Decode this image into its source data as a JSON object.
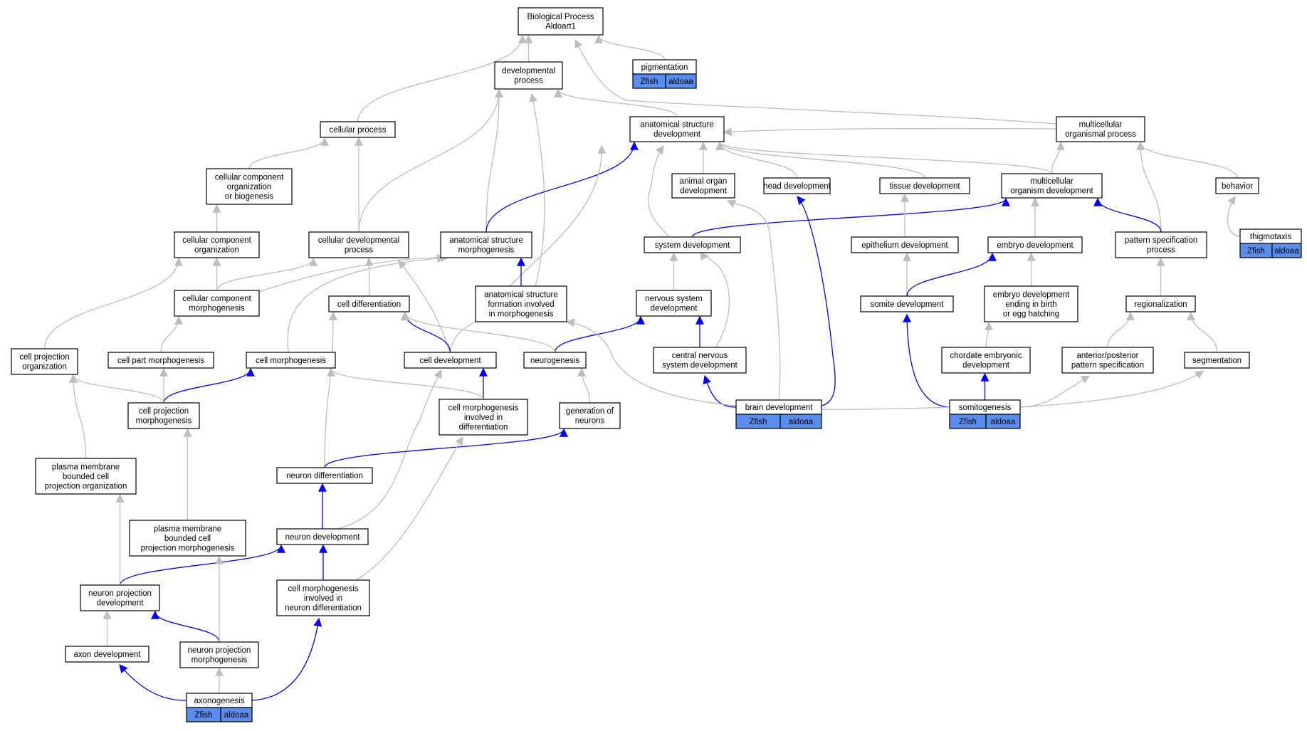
{
  "colors": {
    "gray_edge": "#bdbdbd",
    "blue_edge": "#0000ff",
    "annotation_fill": "#5b8dee"
  },
  "nodes": [
    {
      "id": "bp",
      "lines": [
        "Biological Process",
        "Aldoart1"
      ]
    },
    {
      "id": "dev_process",
      "lines": [
        "developmental",
        "process"
      ]
    },
    {
      "id": "pigmentation",
      "lines": [
        "pigmentation"
      ],
      "annotations": [
        "Zfish",
        "aldoaa"
      ]
    },
    {
      "id": "cellular_process",
      "lines": [
        "cellular process"
      ]
    },
    {
      "id": "asd",
      "lines": [
        "anatomical structure",
        "development"
      ]
    },
    {
      "id": "mop",
      "lines": [
        "multicellular",
        "organismal process"
      ]
    },
    {
      "id": "ccob",
      "lines": [
        "cellular component",
        "organization",
        "or biogenesis"
      ]
    },
    {
      "id": "aod",
      "lines": [
        "animal organ",
        "development"
      ]
    },
    {
      "id": "head_dev",
      "lines": [
        "head development"
      ]
    },
    {
      "id": "tissue_dev",
      "lines": [
        "tissue development"
      ]
    },
    {
      "id": "mod",
      "lines": [
        "multicellular",
        "organism development"
      ]
    },
    {
      "id": "behavior",
      "lines": [
        "behavior"
      ]
    },
    {
      "id": "thigmotaxis",
      "lines": [
        "thigmotaxis"
      ],
      "annotations": [
        "Zfish",
        "aldoaa"
      ]
    },
    {
      "id": "cco",
      "lines": [
        "cellular component",
        "organization"
      ]
    },
    {
      "id": "cdp",
      "lines": [
        "cellular developmental",
        "process"
      ]
    },
    {
      "id": "asm",
      "lines": [
        "anatomical structure",
        "morphogenesis"
      ]
    },
    {
      "id": "sys_dev",
      "lines": [
        "system development"
      ]
    },
    {
      "id": "epi_dev",
      "lines": [
        "epithelium development"
      ]
    },
    {
      "id": "emb_dev",
      "lines": [
        "embryo development"
      ]
    },
    {
      "id": "psp",
      "lines": [
        "pattern specification",
        "process"
      ]
    },
    {
      "id": "ccm",
      "lines": [
        "cellular component",
        "morphogenesis"
      ]
    },
    {
      "id": "cell_diff",
      "lines": [
        "cell differentiation"
      ]
    },
    {
      "id": "asfim",
      "lines": [
        "anatomical structure",
        "formation involved",
        "in morphogenesis"
      ]
    },
    {
      "id": "nsd",
      "lines": [
        "nervous system",
        "development"
      ]
    },
    {
      "id": "somite_dev",
      "lines": [
        "somite development"
      ]
    },
    {
      "id": "edebeh",
      "lines": [
        "embryo development",
        "ending in birth",
        "or egg hatching"
      ]
    },
    {
      "id": "regionalization",
      "lines": [
        "regionalization"
      ]
    },
    {
      "id": "cpo",
      "lines": [
        "cell projection",
        "organization"
      ]
    },
    {
      "id": "cpm_part",
      "lines": [
        "cell part morphogenesis"
      ]
    },
    {
      "id": "cell_morph",
      "lines": [
        "cell morphogenesis"
      ]
    },
    {
      "id": "cell_dev",
      "lines": [
        "cell development"
      ]
    },
    {
      "id": "neurogenesis",
      "lines": [
        "neurogenesis"
      ]
    },
    {
      "id": "cnsd",
      "lines": [
        "central nervous",
        "system development"
      ]
    },
    {
      "id": "ced",
      "lines": [
        "chordate embryonic",
        "development"
      ]
    },
    {
      "id": "apps",
      "lines": [
        "anterior/posterior",
        "pattern specification"
      ]
    },
    {
      "id": "segmentation",
      "lines": [
        "segmentation"
      ]
    },
    {
      "id": "cpmorph",
      "lines": [
        "cell projection",
        "morphogenesis"
      ]
    },
    {
      "id": "cmid",
      "lines": [
        "cell morphogenesis",
        "involved in",
        "differentiation"
      ]
    },
    {
      "id": "gen_neurons",
      "lines": [
        "generation of",
        "neurons"
      ]
    },
    {
      "id": "brain_dev",
      "lines": [
        "brain development"
      ],
      "annotations": [
        "Zfish",
        "aldoaa"
      ]
    },
    {
      "id": "somitogenesis",
      "lines": [
        "somitogenesis"
      ],
      "annotations": [
        "Zfish",
        "aldoaa"
      ]
    },
    {
      "id": "pmbcpo",
      "lines": [
        "plasma membrane",
        "bounded cell",
        "projection organization"
      ]
    },
    {
      "id": "neuron_diff",
      "lines": [
        "neuron differentiation"
      ]
    },
    {
      "id": "pmbcpm",
      "lines": [
        "plasma membrane",
        "bounded cell",
        "projection morphogenesis"
      ]
    },
    {
      "id": "neuron_dev",
      "lines": [
        "neuron development"
      ]
    },
    {
      "id": "npd",
      "lines": [
        "neuron projection",
        "development"
      ]
    },
    {
      "id": "cmind",
      "lines": [
        "cell morphogenesis",
        "involved in",
        "neuron differentiation"
      ]
    },
    {
      "id": "axon_dev",
      "lines": [
        "axon development"
      ]
    },
    {
      "id": "npm",
      "lines": [
        "neuron projection",
        "morphogenesis"
      ]
    },
    {
      "id": "axonogenesis",
      "lines": [
        "axonogenesis"
      ],
      "annotations": [
        "Zfish",
        "aldoaa"
      ]
    }
  ],
  "edges": [
    {
      "from": "dev_process",
      "to": "bp",
      "type": "gray"
    },
    {
      "from": "pigmentation",
      "to": "bp",
      "type": "gray"
    },
    {
      "from": "cellular_process",
      "to": "bp",
      "type": "gray"
    },
    {
      "from": "mop",
      "to": "bp",
      "type": "gray"
    },
    {
      "from": "asd",
      "to": "dev_process",
      "type": "gray"
    },
    {
      "from": "mop",
      "to": "asd",
      "type": "gray"
    },
    {
      "from": "ccob",
      "to": "cellular_process",
      "type": "gray"
    },
    {
      "from": "cdp",
      "to": "cellular_process",
      "type": "gray"
    },
    {
      "from": "cdp",
      "to": "dev_process",
      "type": "gray"
    },
    {
      "from": "asm",
      "to": "dev_process",
      "type": "gray"
    },
    {
      "from": "asfim",
      "to": "dev_process",
      "type": "gray"
    },
    {
      "from": "asm",
      "to": "asd",
      "type": "blue"
    },
    {
      "from": "aod",
      "to": "asd",
      "type": "gray"
    },
    {
      "from": "head_dev",
      "to": "asd",
      "type": "gray"
    },
    {
      "from": "tissue_dev",
      "to": "asd",
      "type": "gray"
    },
    {
      "from": "mod",
      "to": "asd",
      "type": "gray"
    },
    {
      "from": "sys_dev",
      "to": "asd",
      "type": "gray"
    },
    {
      "from": "cell_dev",
      "to": "asd",
      "type": "gray"
    },
    {
      "from": "mod",
      "to": "mop",
      "type": "gray"
    },
    {
      "from": "psp",
      "to": "mop",
      "type": "gray"
    },
    {
      "from": "behavior",
      "to": "mop",
      "type": "gray"
    },
    {
      "from": "thigmotaxis",
      "to": "behavior",
      "type": "gray"
    },
    {
      "from": "cco",
      "to": "ccob",
      "type": "gray"
    },
    {
      "from": "ccm",
      "to": "cco",
      "type": "gray"
    },
    {
      "from": "cpo",
      "to": "cco",
      "type": "gray"
    },
    {
      "from": "ccm",
      "to": "cdp",
      "type": "gray"
    },
    {
      "from": "ccm",
      "to": "asm",
      "type": "gray"
    },
    {
      "from": "cell_diff",
      "to": "cdp",
      "type": "gray"
    },
    {
      "from": "cell_dev",
      "to": "cdp",
      "type": "gray"
    },
    {
      "from": "cell_morph",
      "to": "asm",
      "type": "gray"
    },
    {
      "from": "asfim",
      "to": "asm",
      "type": "blue"
    },
    {
      "from": "sys_dev",
      "to": "mod",
      "type": "blue"
    },
    {
      "from": "emb_dev",
      "to": "mod",
      "type": "gray"
    },
    {
      "from": "psp",
      "to": "mod",
      "type": "blue"
    },
    {
      "from": "epi_dev",
      "to": "tissue_dev",
      "type": "gray"
    },
    {
      "from": "somite_dev",
      "to": "epi_dev",
      "type": "gray"
    },
    {
      "from": "somite_dev",
      "to": "emb_dev",
      "type": "blue"
    },
    {
      "from": "edebeh",
      "to": "emb_dev",
      "type": "gray"
    },
    {
      "from": "ced",
      "to": "edebeh",
      "type": "gray"
    },
    {
      "from": "regionalization",
      "to": "psp",
      "type": "gray"
    },
    {
      "from": "apps",
      "to": "regionalization",
      "type": "gray"
    },
    {
      "from": "segmentation",
      "to": "regionalization",
      "type": "gray"
    },
    {
      "from": "nsd",
      "to": "sys_dev",
      "type": "gray"
    },
    {
      "from": "cnsd",
      "to": "sys_dev",
      "type": "gray"
    },
    {
      "from": "cnsd",
      "to": "nsd",
      "type": "blue"
    },
    {
      "from": "neurogenesis",
      "to": "nsd",
      "type": "blue"
    },
    {
      "from": "cell_dev",
      "to": "cell_diff",
      "type": "blue"
    },
    {
      "from": "neurogenesis",
      "to": "cell_diff",
      "type": "gray"
    },
    {
      "from": "neuron_diff",
      "to": "cell_diff",
      "type": "gray"
    },
    {
      "from": "cmid",
      "to": "cell_dev",
      "type": "blue"
    },
    {
      "from": "neuron_dev",
      "to": "cell_dev",
      "type": "gray"
    },
    {
      "from": "cmid",
      "to": "cell_morph",
      "type": "gray"
    },
    {
      "from": "cpmorph",
      "to": "cell_morph",
      "type": "blue"
    },
    {
      "from": "cpmorph",
      "to": "cpm_part",
      "type": "gray"
    },
    {
      "from": "cpm_part",
      "to": "ccm",
      "type": "gray"
    },
    {
      "from": "cpmorph",
      "to": "cpo",
      "type": "gray"
    },
    {
      "from": "pmbcpo",
      "to": "cpo",
      "type": "gray"
    },
    {
      "from": "pmbcpm",
      "to": "cpmorph",
      "type": "gray"
    },
    {
      "from": "gen_neurons",
      "to": "neurogenesis",
      "type": "gray"
    },
    {
      "from": "neuron_diff",
      "to": "gen_neurons",
      "type": "blue"
    },
    {
      "from": "neuron_dev",
      "to": "neuron_diff",
      "type": "blue"
    },
    {
      "from": "npd",
      "to": "neuron_dev",
      "type": "blue"
    },
    {
      "from": "cmind",
      "to": "neuron_dev",
      "type": "blue"
    },
    {
      "from": "cmind",
      "to": "cmid",
      "type": "gray"
    },
    {
      "from": "npd",
      "to": "pmbcpo",
      "type": "gray"
    },
    {
      "from": "npm",
      "to": "npd",
      "type": "blue"
    },
    {
      "from": "npm",
      "to": "pmbcpm",
      "type": "gray"
    },
    {
      "from": "axon_dev",
      "to": "npd",
      "type": "gray"
    },
    {
      "from": "axonogenesis",
      "to": "axon_dev",
      "type": "blue"
    },
    {
      "from": "axonogenesis",
      "to": "npm",
      "type": "gray"
    },
    {
      "from": "axonogenesis",
      "to": "cmind",
      "type": "blue"
    },
    {
      "from": "brain_dev",
      "to": "cnsd",
      "type": "blue"
    },
    {
      "from": "brain_dev",
      "to": "head_dev",
      "type": "blue"
    },
    {
      "from": "brain_dev",
      "to": "aod",
      "type": "gray"
    },
    {
      "from": "somitogenesis",
      "to": "somite_dev",
      "type": "blue"
    },
    {
      "from": "somitogenesis",
      "to": "ced",
      "type": "blue"
    },
    {
      "from": "somitogenesis",
      "to": "apps",
      "type": "gray"
    },
    {
      "from": "somitogenesis",
      "to": "segmentation",
      "type": "gray"
    },
    {
      "from": "somitogenesis",
      "to": "asfim",
      "type": "gray"
    }
  ]
}
